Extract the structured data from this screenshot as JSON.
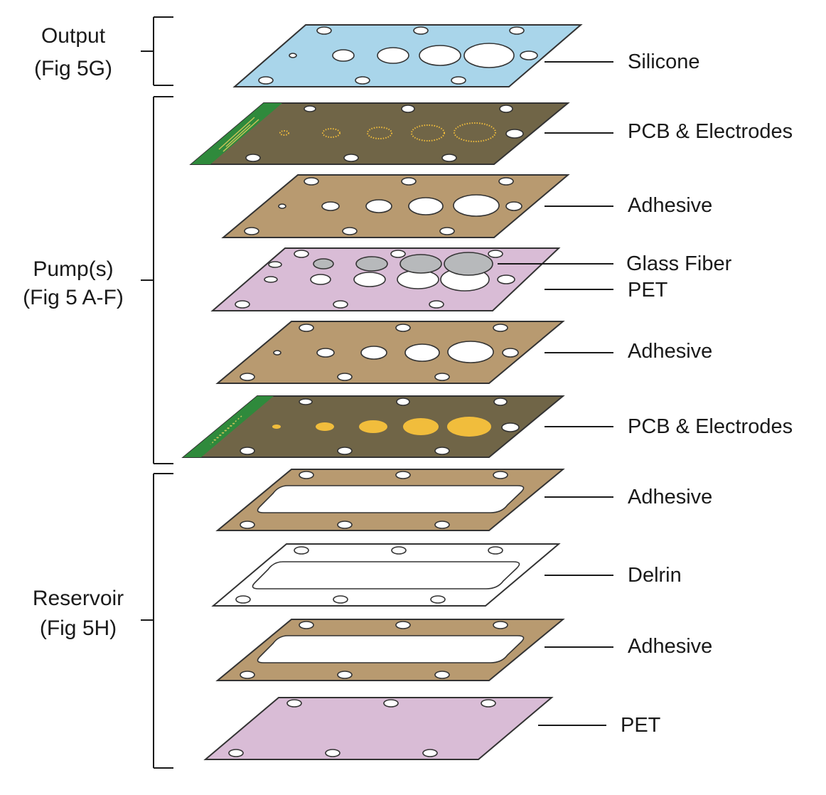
{
  "colors": {
    "silicone": "#a9d5ea",
    "pcb": "#706547",
    "pcb_edge": "#2f8a3c",
    "adhesive": "#b89a70",
    "pet": "#d9bcd6",
    "delrin": "#ffffff",
    "hole": "#ffffff",
    "glass_fiber": "#b7b9bb",
    "electrode": "#f1bd3c",
    "outline": "#333333"
  },
  "groups": [
    {
      "id": "output",
      "line1": "Output",
      "line2": "(Fig 5G)"
    },
    {
      "id": "pumps",
      "line1": "Pump(s)",
      "line2": "(Fig 5 A-F)"
    },
    {
      "id": "reservoir",
      "line1": "Reservoir",
      "line2": "(Fig 5H)"
    }
  ],
  "layers": [
    {
      "id": "silicone",
      "label": "Silicone",
      "material": "silicone",
      "group": "output"
    },
    {
      "id": "pcb-top",
      "label": "PCB & Electrodes",
      "material": "pcb",
      "group": "pumps"
    },
    {
      "id": "adhesive-1",
      "label": "Adhesive",
      "material": "adhesive",
      "group": "pumps"
    },
    {
      "id": "glass-pet",
      "label": "Glass Fiber",
      "label2": "PET",
      "material": "pet",
      "group": "pumps"
    },
    {
      "id": "adhesive-2",
      "label": "Adhesive",
      "material": "adhesive",
      "group": "pumps"
    },
    {
      "id": "pcb-bottom",
      "label": "PCB & Electrodes",
      "material": "pcb",
      "group": "pumps"
    },
    {
      "id": "adhesive-3",
      "label": "Adhesive",
      "material": "adhesive",
      "group": "reservoir"
    },
    {
      "id": "delrin",
      "label": "Delrin",
      "material": "delrin",
      "group": "reservoir"
    },
    {
      "id": "adhesive-4",
      "label": "Adhesive",
      "material": "adhesive",
      "group": "reservoir"
    },
    {
      "id": "pet-bottom",
      "label": "PET",
      "material": "pet",
      "group": "reservoir"
    }
  ]
}
